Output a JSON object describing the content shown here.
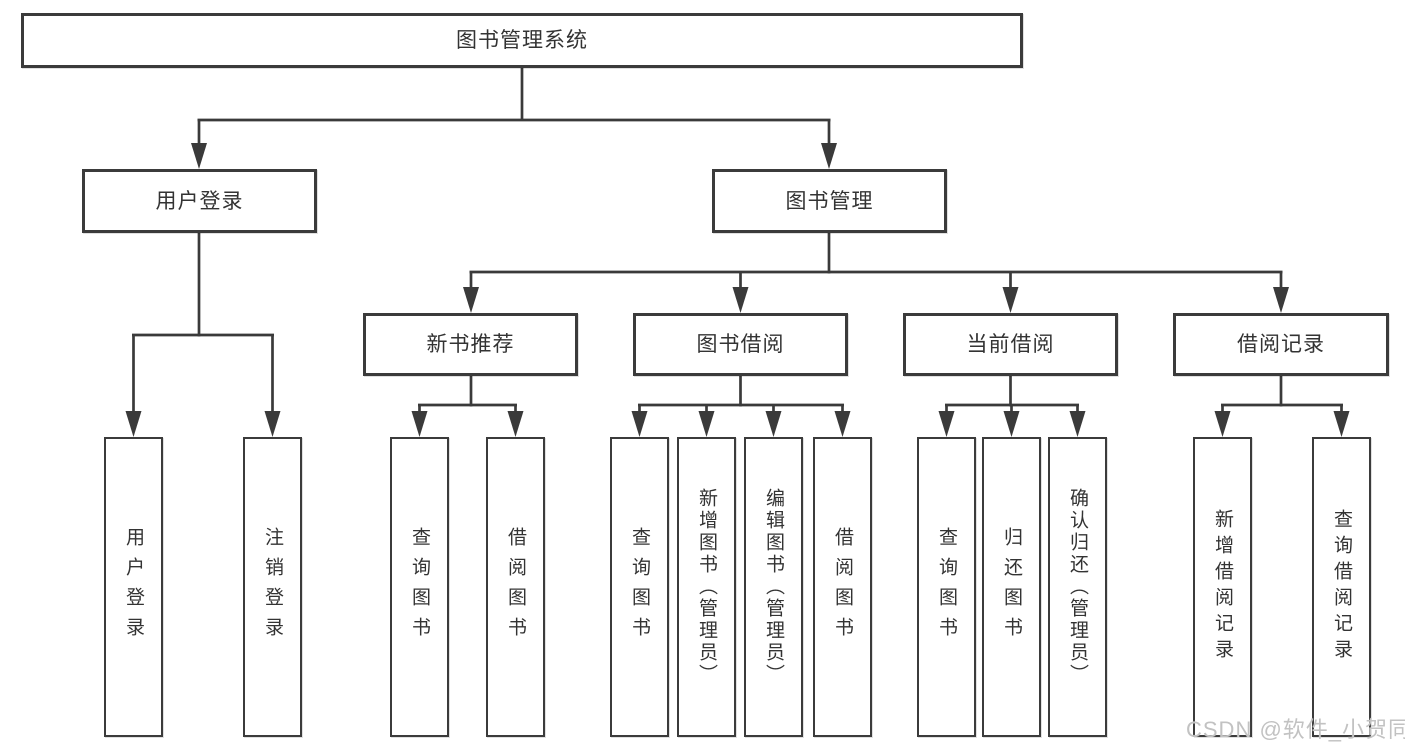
{
  "diagram": {
    "root": {
      "label": "图书管理系统",
      "children": [
        {
          "label": "用户登录",
          "children": [
            {
              "label": "用户登录"
            },
            {
              "label": "注销登录"
            }
          ]
        },
        {
          "label": "图书管理",
          "children": [
            {
              "label": "新书推荐",
              "children": [
                {
                  "label": "查询图书"
                },
                {
                  "label": "借阅图书"
                }
              ]
            },
            {
              "label": "图书借阅",
              "children": [
                {
                  "label": "查询图书"
                },
                {
                  "label": "新增图书（管理员）"
                },
                {
                  "label": "编辑图书（管理员）"
                },
                {
                  "label": "借阅图书"
                }
              ]
            },
            {
              "label": "当前借阅",
              "children": [
                {
                  "label": "查询图书"
                },
                {
                  "label": "归还图书"
                },
                {
                  "label": "确认归还（管理员）"
                }
              ]
            },
            {
              "label": "借阅记录",
              "children": [
                {
                  "label": "新增借阅记录"
                },
                {
                  "label": "查询借阅记录"
                }
              ]
            }
          ]
        }
      ]
    }
  },
  "watermark": "CSDN @软件_小贺同学",
  "colors": {
    "background": "#ffffff",
    "line": "#3a3a3a",
    "box_border": "#3b3b3b",
    "text": "#333333",
    "watermark": "#c2c2c2"
  }
}
